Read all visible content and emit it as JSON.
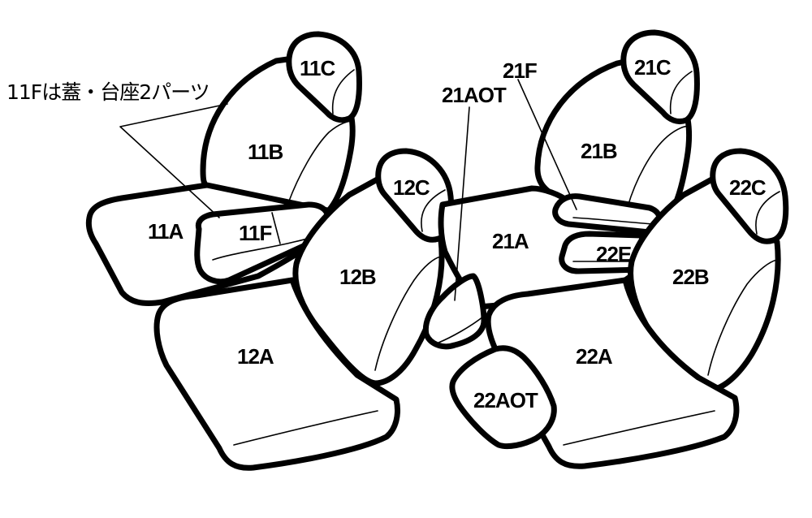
{
  "note": "11Fは蓋・台座2パーツ",
  "labels": {
    "p11C": "11C",
    "p11B": "11B",
    "p11A": "11A",
    "p11F": "11F",
    "p12C": "12C",
    "p12B": "12B",
    "p12A": "12A",
    "p21AOT": "21AOT",
    "p21F": "21F",
    "p21C": "21C",
    "p21B": "21B",
    "p21A": "21A",
    "p22C": "22C",
    "p22E": "22E",
    "p22B": "22B",
    "p22A": "22A",
    "p22AOT": "22AOT"
  }
}
